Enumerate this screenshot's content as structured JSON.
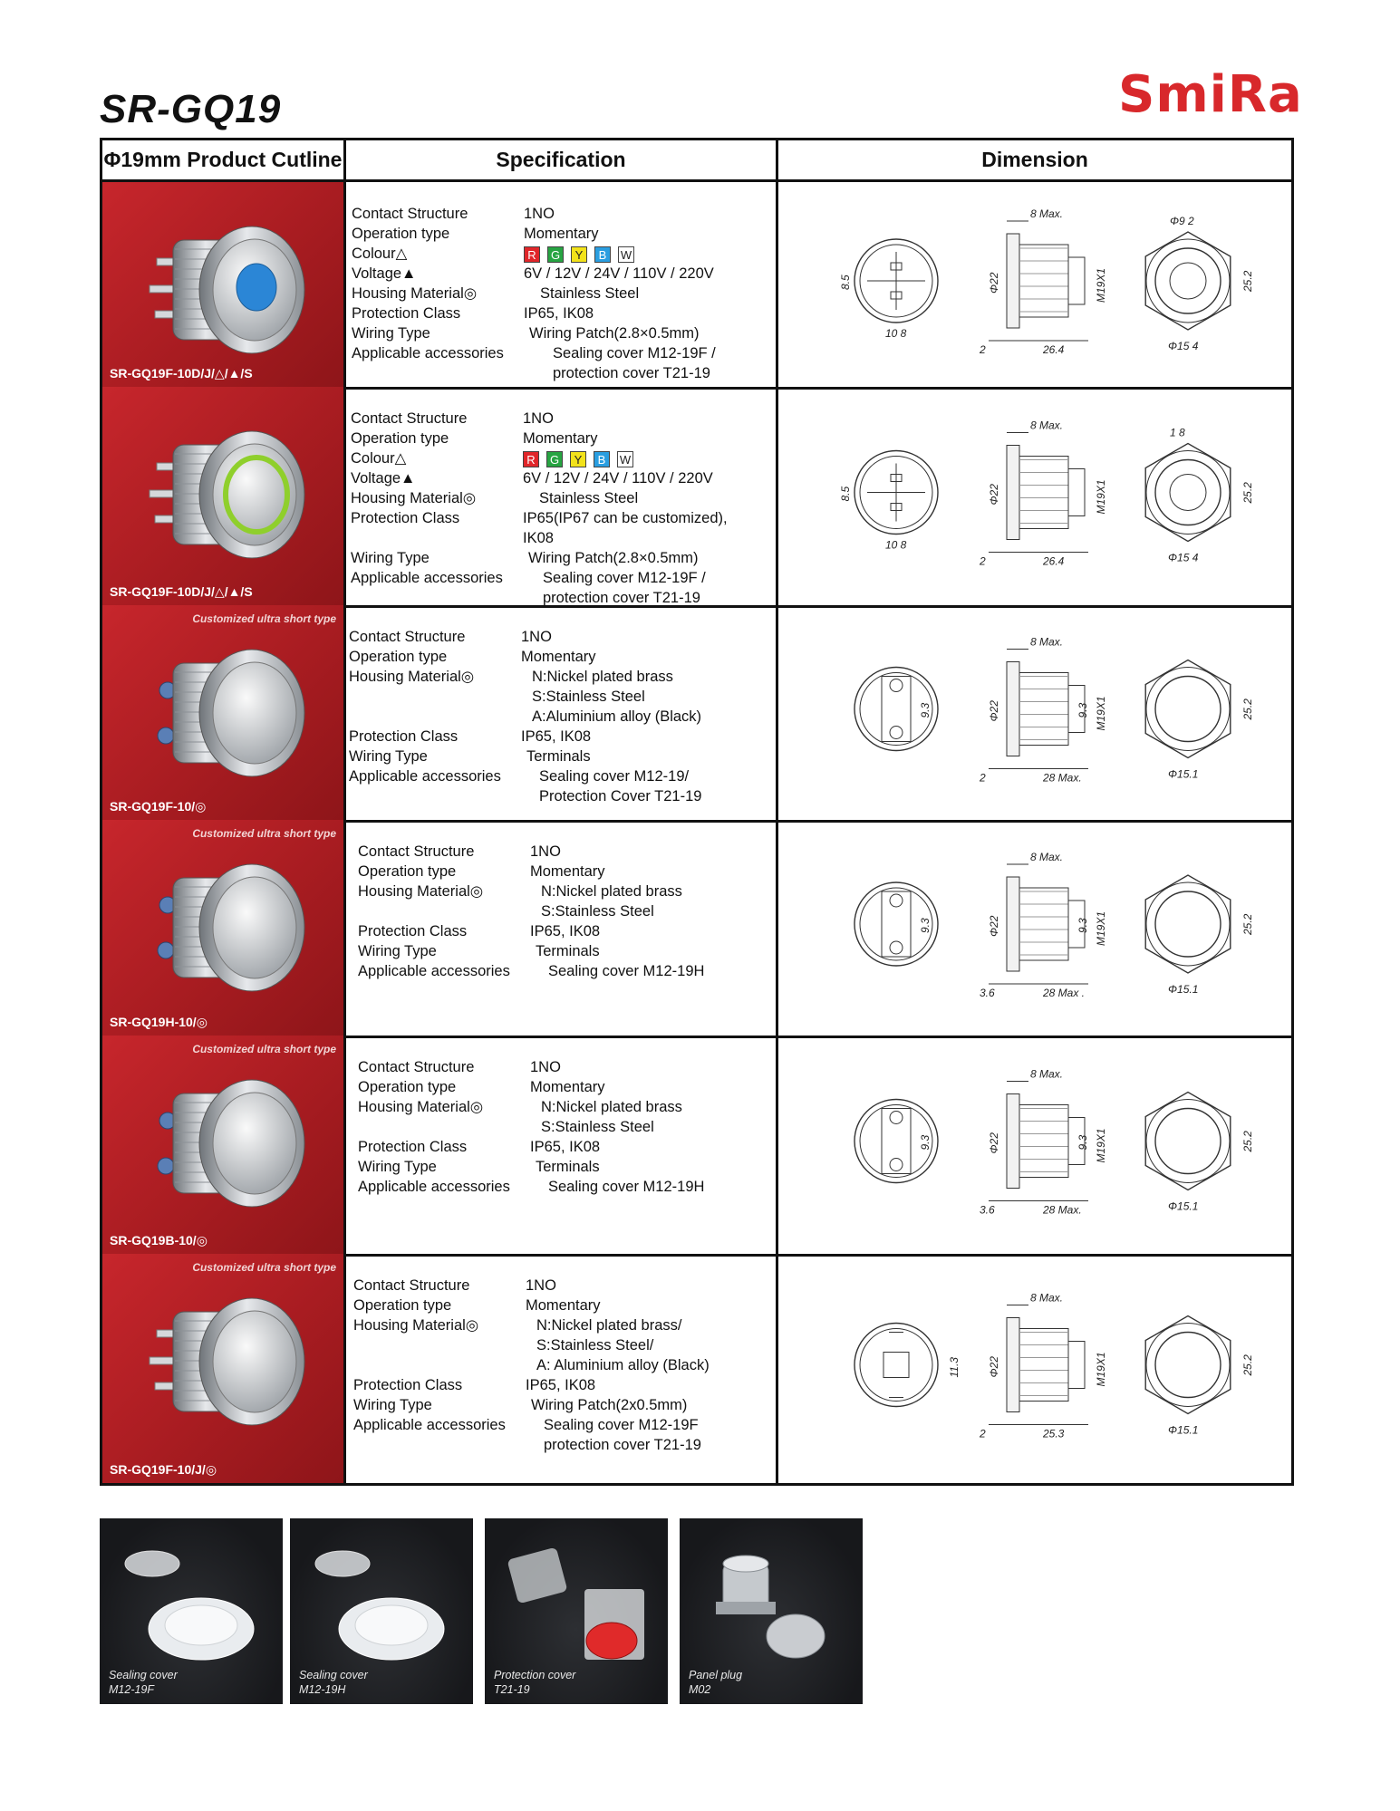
{
  "header": {
    "title": "SR-GQ19",
    "brand": "SmiRa"
  },
  "table": {
    "col_outline": "Φ19mm Product Cutline",
    "col_spec": "Specification",
    "col_dim": "Dimension"
  },
  "rows": [
    {
      "model": "SR-GQ19F-10D/J/△/▲/S",
      "tag": "",
      "spec": [
        {
          "label": "Contact Structure",
          "value": "1NO"
        },
        {
          "label": "Operation type",
          "value": "Momentary"
        },
        {
          "label": "Colour△",
          "value": ""
        },
        {
          "label": "Voltage▲",
          "value": "6V / 12V / 24V / 110V / 220V"
        },
        {
          "label": "Housing Material◎",
          "value": "Stainless Steel"
        },
        {
          "label": "Protection Class",
          "value": "IP65, IK08"
        },
        {
          "label": "Wiring Type",
          "value": "Wiring Patch(2.8×0.5mm)"
        },
        {
          "label": "Applicable accessories",
          "value": "Sealing cover M12-19F /"
        },
        {
          "label": "",
          "value": "protection cover T21-19"
        }
      ],
      "dims": {
        "max": "8 Max.",
        "d22": "Φ22",
        "m": "M19X1",
        "h85": "8.5",
        "w108": "10 8",
        "t2": "2",
        "l": "26.4",
        "top_right": "Φ9 2",
        "bottom_right": "Φ15 4",
        "side": "25.2"
      }
    },
    {
      "model": "SR-GQ19F-10D/J/△/▲/S",
      "tag": "",
      "spec": [
        {
          "label": "Contact Structure",
          "value": "1NO"
        },
        {
          "label": "Operation type",
          "value": "Momentary"
        },
        {
          "label": "Colour△",
          "value": ""
        },
        {
          "label": "Voltage▲",
          "value": "6V / 12V / 24V / 110V / 220V"
        },
        {
          "label": "Housing Material◎",
          "value": "Stainless Steel"
        },
        {
          "label": "Protection Class",
          "value": "IP65(IP67 can be customized),"
        },
        {
          "label": "",
          "value": "IK08"
        },
        {
          "label": "Wiring Type",
          "value": "Wiring Patch(2.8×0.5mm)"
        },
        {
          "label": "Applicable accessories",
          "value": "Sealing cover M12-19F /"
        },
        {
          "label": "",
          "value": "protection cover T21-19"
        }
      ],
      "dims": {
        "max": "8 Max.",
        "d22": "Φ22",
        "m": "M19X1",
        "h85": "8.5",
        "w108": "10 8",
        "t2": "2",
        "l": "26.4",
        "top_right": "1 8",
        "bottom_right": "Φ15 4",
        "side": "25.2"
      }
    },
    {
      "model": "SR-GQ19F-10/◎",
      "tag": "Customized ultra short type",
      "spec": [
        {
          "label": "Contact Structure",
          "value": "1NO"
        },
        {
          "label": "Operation type",
          "value": "Momentary"
        },
        {
          "label": "Housing Material◎",
          "value": "N:Nickel plated brass"
        },
        {
          "label": "",
          "value": "S:Stainless Steel"
        },
        {
          "label": "",
          "value": "A:Aluminium alloy (Black)"
        },
        {
          "label": "Protection Class",
          "value": "IP65, IK08"
        },
        {
          "label": "Wiring Type",
          "value": "Terminals"
        },
        {
          "label": "Applicable accessories",
          "value": "Sealing cover M12-19/"
        },
        {
          "label": "",
          "value": "Protection Cover T21-19"
        }
      ],
      "dims": {
        "max": "8 Max.",
        "d22": "Φ22",
        "m": "M19X1",
        "h93": "9.3",
        "h93b": "9.3",
        "t2": "2",
        "l": "28 Max.",
        "bottom_right": "Φ15.1",
        "side": "25.2"
      }
    },
    {
      "model": "SR-GQ19H-10/◎",
      "tag": "Customized ultra short type",
      "spec": [
        {
          "label": "Contact Structure",
          "value": "1NO"
        },
        {
          "label": "Operation type",
          "value": "Momentary"
        },
        {
          "label": "Housing Material◎",
          "value": "N:Nickel plated brass"
        },
        {
          "label": "",
          "value": "S:Stainless Steel"
        },
        {
          "label": "Protection Class",
          "value": "IP65, IK08"
        },
        {
          "label": "Wiring Type",
          "value": "Terminals"
        },
        {
          "label": "Applicable accessories",
          "value": "Sealing cover M12-19H"
        }
      ],
      "dims": {
        "max": "8 Max.",
        "d22": "Φ22",
        "m": "M19X1",
        "h93": "9.3",
        "h93b": "9.3",
        "t2": "3.6",
        "l": "28 Max .",
        "bottom_right": "Φ15.1",
        "side": "25.2"
      }
    },
    {
      "model": "SR-GQ19B-10/◎",
      "tag": "Customized ultra short type",
      "spec": [
        {
          "label": "Contact Structure",
          "value": "1NO"
        },
        {
          "label": "Operation type",
          "value": "Momentary"
        },
        {
          "label": "Housing Material◎",
          "value": "N:Nickel plated brass"
        },
        {
          "label": "",
          "value": "S:Stainless Steel"
        },
        {
          "label": "Protection Class",
          "value": "IP65, IK08"
        },
        {
          "label": "Wiring Type",
          "value": "Terminals"
        },
        {
          "label": "Applicable accessories",
          "value": "Sealing cover M12-19H"
        }
      ],
      "dims": {
        "max": "8 Max.",
        "d22": "Φ22",
        "m": "M19X1",
        "h93": "9.3",
        "h93b": "9.3",
        "t2": "3.6",
        "l": "28 Max.",
        "bottom_right": "Φ15.1",
        "side": "25.2"
      }
    },
    {
      "model": "SR-GQ19F-10/J/◎",
      "tag": "Customized ultra short type",
      "spec": [
        {
          "label": "Contact Structure",
          "value": "1NO"
        },
        {
          "label": "Operation type",
          "value": "Momentary"
        },
        {
          "label": "Housing Material◎",
          "value": "N:Nickel plated brass/"
        },
        {
          "label": "",
          "value": "S:Stainless Steel/"
        },
        {
          "label": "",
          "value": "A: Aluminium alloy (Black)"
        },
        {
          "label": "Protection Class",
          "value": "IP65, IK08"
        },
        {
          "label": "Wiring Type",
          "value": "Wiring Patch(2x0.5mm)"
        },
        {
          "label": "Applicable accessories",
          "value": "Sealing cover M12-19F"
        },
        {
          "label": "",
          "value": "protection cover T21-19"
        }
      ],
      "dims": {
        "max": "8 Max.",
        "d22": "Φ22",
        "m": "M19X1",
        "h113": "11.3",
        "t2": "2",
        "l": "25.3",
        "bottom_right": "Φ15.1",
        "side": "25.2"
      }
    }
  ],
  "colour_swatches": [
    {
      "letter": "R",
      "color": "#e0262a"
    },
    {
      "letter": "G",
      "color": "#27a442"
    },
    {
      "letter": "Y",
      "color": "#f2e21a"
    },
    {
      "letter": "B",
      "color": "#2a9ee0"
    },
    {
      "letter": "W",
      "color": "#ffffff"
    }
  ],
  "accessories": [
    {
      "name": "Sealing cover",
      "code": "M12-19F"
    },
    {
      "name": "Sealing cover",
      "code": "M12-19H"
    },
    {
      "name": "Protection cover",
      "code": "T21-19"
    },
    {
      "name": "Panel plug",
      "code": "M02"
    }
  ],
  "colors": {
    "brand": "#d8282b",
    "photo_bg": "#b82025"
  }
}
